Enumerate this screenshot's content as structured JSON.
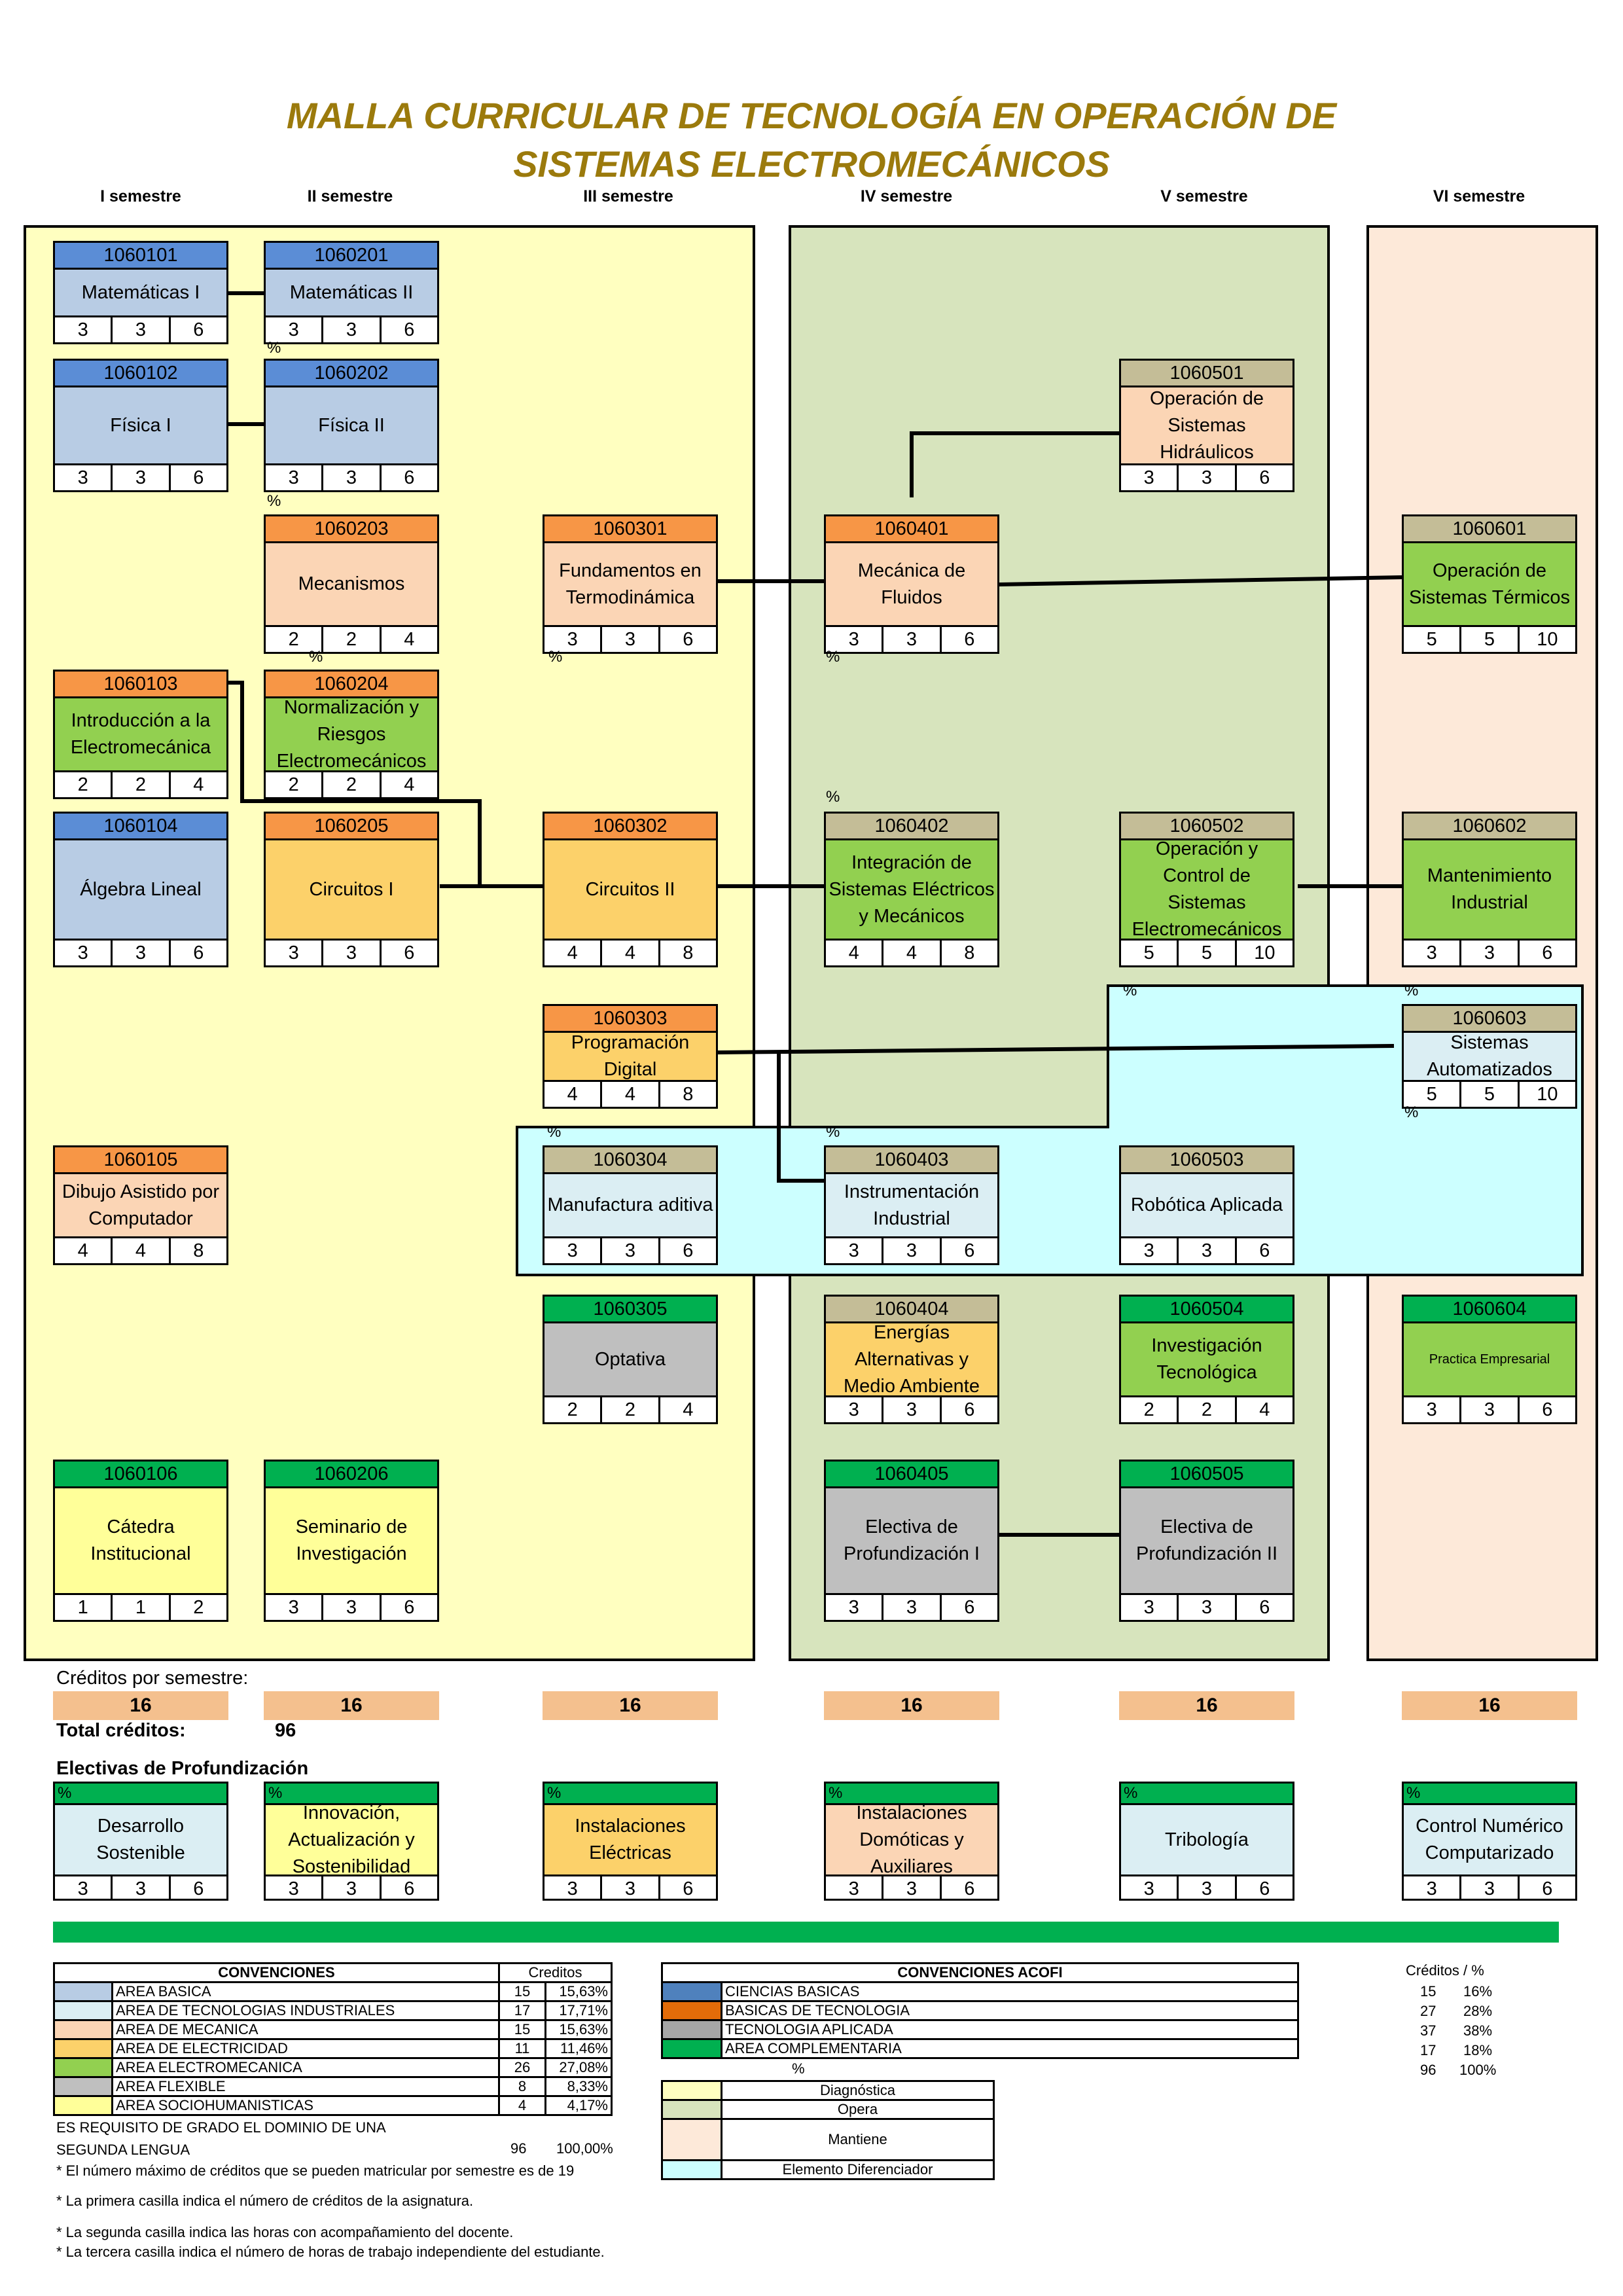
{
  "title_line1": "MALLA CURRICULAR DE TECNOLOGÍA EN OPERACIÓN DE",
  "title_line2": "SISTEMAS ELECTROMECÁNICOS",
  "semesters": [
    "I semestre",
    "II semestre",
    "III semestre",
    "IV semestre",
    "V semestre",
    "VI semestre"
  ],
  "colors": {
    "basica": "#b8cce4",
    "basica_code": "#5b8dd6",
    "tec_ind": "#dbeef3",
    "mecanica": "#fbd5b5",
    "mecanica_code": "#f79646",
    "electricidad": "#fcd16a",
    "electromecanica": "#92d050",
    "flexible": "#bfbfbf",
    "socio": "#ffff99",
    "ciencias_basicas": "#4f81bd",
    "basicas_tec": "#e36c09",
    "tec_aplicada": "#a6a6a6",
    "complementaria": "#00b050",
    "code_tan": "#c4bd97",
    "diagnostica": "#ffffc0",
    "opera": "#d7e4bd",
    "mantiene": "#fde9d9",
    "diferenciador": "#ccffff"
  },
  "courses": {
    "c1060101": {
      "code": "1060101",
      "name": "Matemáticas I",
      "credits": [
        "3",
        "3",
        "6"
      ]
    },
    "c1060201": {
      "code": "1060201",
      "name": "Matemáticas II",
      "credits": [
        "3",
        "3",
        "6"
      ]
    },
    "c1060102": {
      "code": "1060102",
      "name": "Física I",
      "credits": [
        "3",
        "3",
        "6"
      ]
    },
    "c1060202": {
      "code": "1060202",
      "name": "Física II",
      "credits": [
        "3",
        "3",
        "6"
      ]
    },
    "c1060501": {
      "code": "1060501",
      "name": "Operación de Sistemas Hidráulicos",
      "credits": [
        "3",
        "3",
        "6"
      ]
    },
    "c1060203": {
      "code": "1060203",
      "name": "Mecanismos",
      "credits": [
        "2",
        "2",
        "4"
      ]
    },
    "c1060301": {
      "code": "1060301",
      "name": "Fundamentos en Termodinámica",
      "credits": [
        "3",
        "3",
        "6"
      ]
    },
    "c1060401": {
      "code": "1060401",
      "name": "Mecánica de Fluidos",
      "credits": [
        "3",
        "3",
        "6"
      ]
    },
    "c1060601": {
      "code": "1060601",
      "name": "Operación de Sistemas Térmicos",
      "credits": [
        "5",
        "5",
        "10"
      ]
    },
    "c1060103": {
      "code": "1060103",
      "name": "Introducción a la Electromecánica",
      "credits": [
        "2",
        "2",
        "4"
      ]
    },
    "c1060204": {
      "code": "1060204",
      "name": "Normalización y Riesgos Electromecánicos",
      "credits": [
        "2",
        "2",
        "4"
      ]
    },
    "c1060104": {
      "code": "1060104",
      "name": "Álgebra Lineal",
      "credits": [
        "3",
        "3",
        "6"
      ]
    },
    "c1060205": {
      "code": "1060205",
      "name": "Circuitos I",
      "credits": [
        "3",
        "3",
        "6"
      ]
    },
    "c1060302": {
      "code": "1060302",
      "name": "Circuitos II",
      "credits": [
        "4",
        "4",
        "8"
      ]
    },
    "c1060402": {
      "code": "1060402",
      "name": "Integración de Sistemas Eléctricos y Mecánicos",
      "credits": [
        "4",
        "4",
        "8"
      ]
    },
    "c1060502": {
      "code": "1060502",
      "name": "Operación y Control de Sistemas Electromecánicos",
      "credits": [
        "5",
        "5",
        "10"
      ]
    },
    "c1060602": {
      "code": "1060602",
      "name": "Mantenimiento Industrial",
      "credits": [
        "3",
        "3",
        "6"
      ]
    },
    "c1060303": {
      "code": "1060303",
      "name": "Programación Digital",
      "credits": [
        "4",
        "4",
        "8"
      ]
    },
    "c1060603": {
      "code": "1060603",
      "name": "Sistemas Automatizados",
      "credits": [
        "5",
        "5",
        "10"
      ]
    },
    "c1060105": {
      "code": "1060105",
      "name": "Dibujo Asistido por Computador",
      "credits": [
        "4",
        "4",
        "8"
      ]
    },
    "c1060304": {
      "code": "1060304",
      "name": "Manufactura aditiva",
      "credits": [
        "3",
        "3",
        "6"
      ]
    },
    "c1060403": {
      "code": "1060403",
      "name": "Instrumentación Industrial",
      "credits": [
        "3",
        "3",
        "6"
      ]
    },
    "c1060503": {
      "code": "1060503",
      "name": "Robótica Aplicada",
      "credits": [
        "3",
        "3",
        "6"
      ]
    },
    "c1060305": {
      "code": "1060305",
      "name": "Optativa",
      "credits": [
        "2",
        "2",
        "4"
      ]
    },
    "c1060404": {
      "code": "1060404",
      "name": "Energías Alternativas y Medio Ambiente",
      "credits": [
        "3",
        "3",
        "6"
      ]
    },
    "c1060504": {
      "code": "1060504",
      "name": "Investigación Tecnológica",
      "credits": [
        "2",
        "2",
        "4"
      ]
    },
    "c1060604": {
      "code": "1060604",
      "name": "Practica Empresarial",
      "credits": [
        "3",
        "3",
        "6"
      ]
    },
    "c1060106": {
      "code": "1060106",
      "name": "Cátedra Institucional",
      "credits": [
        "1",
        "1",
        "2"
      ]
    },
    "c1060206": {
      "code": "1060206",
      "name": "Seminario de Investigación",
      "credits": [
        "3",
        "3",
        "6"
      ]
    },
    "c1060405": {
      "code": "1060405",
      "name": "Electiva de Profundización I",
      "credits": [
        "3",
        "3",
        "6"
      ]
    },
    "c1060505": {
      "code": "1060505",
      "name": "Electiva de Profundización II",
      "credits": [
        "3",
        "3",
        "6"
      ]
    }
  },
  "percent_mark": "%",
  "credits_label": "Créditos por semestre:",
  "credits_per_semester": [
    "16",
    "16",
    "16",
    "16",
    "16",
    "16"
  ],
  "total_label": "Total créditos:",
  "total_value": "96",
  "electives_label": "Electivas de Profundización",
  "electives": {
    "e1": {
      "name": "Desarrollo Sostenible",
      "credits": [
        "3",
        "3",
        "6"
      ]
    },
    "e2": {
      "name": "Innovación, Actualización  y Sostenibilidad",
      "credits": [
        "3",
        "3",
        "6"
      ]
    },
    "e3": {
      "name": "Instalaciones Eléctricas",
      "credits": [
        "3",
        "3",
        "6"
      ]
    },
    "e4": {
      "name": "Instalaciones Domóticas y Auxiliares",
      "credits": [
        "3",
        "3",
        "6"
      ]
    },
    "e5": {
      "name": "Tribología",
      "credits": [
        "3",
        "3",
        "6"
      ]
    },
    "e6": {
      "name": "Control Numérico Computarizado",
      "credits": [
        "3",
        "3",
        "6"
      ]
    }
  },
  "conventions": {
    "header": "CONVENCIONES",
    "credits_header": "Creditos",
    "rows": [
      {
        "label": "AREA BASICA",
        "credits": "15",
        "pct": "15,63%"
      },
      {
        "label": "AREA DE TECNOLOGIAS INDUSTRIALES",
        "credits": "17",
        "pct": "17,71%"
      },
      {
        "label": "AREA DE MECANICA",
        "credits": "15",
        "pct": "15,63%"
      },
      {
        "label": "AREA DE ELECTRICIDAD",
        "credits": "11",
        "pct": "11,46%"
      },
      {
        "label": "AREA ELECTROMECANICA",
        "credits": "26",
        "pct": "27,08%"
      },
      {
        "label": "AREA FLEXIBLE",
        "credits": "8",
        "pct": "8,33%"
      },
      {
        "label": "AREA SOCIOHUMANISTICAS",
        "credits": "4",
        "pct": "4,17%"
      }
    ],
    "total_credits": "96",
    "total_pct": "100,00%"
  },
  "acofi": {
    "header": "CONVENCIONES ACOFI",
    "rows": [
      "CIENCIAS BASICAS",
      "BASICAS DE TECNOLOGIA",
      "TECNOLOGIA APLICADA",
      "AREA COMPLEMENTARIA"
    ],
    "pct_mark": "%",
    "zones": [
      "Diagnóstica",
      "Opera",
      "Mantiene",
      "Elemento Diferenciador"
    ]
  },
  "creditos_pct": {
    "header": "Créditos / %",
    "rows": [
      [
        "15",
        "16%"
      ],
      [
        "27",
        "28%"
      ],
      [
        "37",
        "38%"
      ],
      [
        "17",
        "18%"
      ],
      [
        "96",
        "100%"
      ]
    ]
  },
  "notes": [
    "ES REQUISITO DE GRADO EL DOMINIO DE UNA",
    "SEGUNDA LENGUA",
    "* El número máximo de créditos que se pueden matricular por semestre es de 19",
    "* La primera casilla indica el número de créditos de la asignatura.",
    "* La segunda casilla indica las horas con acompañamiento del docente.",
    "* La tercera casilla indica el número de horas de trabajo independiente del estudiante."
  ]
}
